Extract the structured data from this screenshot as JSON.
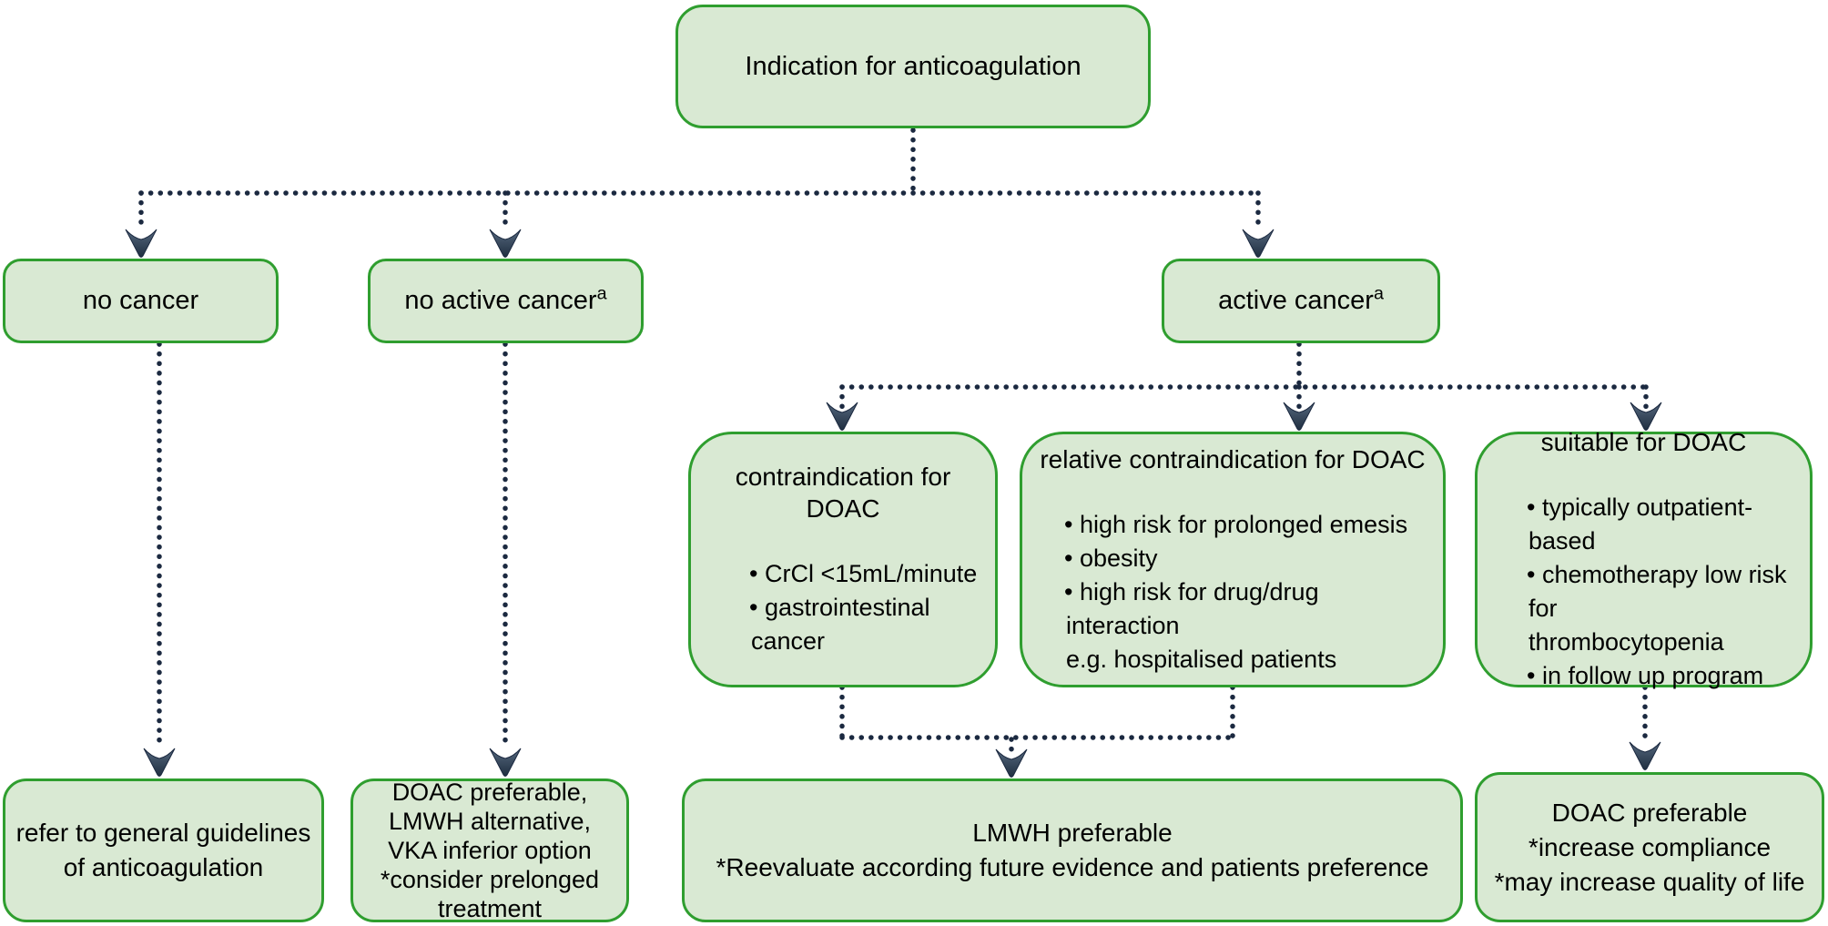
{
  "figure": {
    "type": "flowchart",
    "background": "#ffffff",
    "colors": {
      "node_fill": "#d9e9d3",
      "node_border": "#2f9e2f",
      "connector_dots": "#1b2940",
      "arrowhead": "#2e4055",
      "text": "#000000"
    },
    "nodes": {
      "root": {
        "label": "Indication for anticoagulation"
      },
      "no_cancer": {
        "label": "no cancer"
      },
      "no_active_cancer": {
        "label": "no active cancer",
        "sup": "a"
      },
      "active_cancer": {
        "label": "active cancer",
        "sup": "a"
      },
      "contraindication_doac": {
        "title": "contraindication for DOAC",
        "bullets": [
          "• CrCl <15mL/minute",
          "• gastrointestinal cancer"
        ]
      },
      "relative_contraindication_doac": {
        "title": "relative contraindication for DOAC",
        "bullets": [
          "• high risk for prolonged emesis",
          "• obesity",
          "• high risk for drug/drug interaction\ne.g. hospitalised patients"
        ]
      },
      "suitable_doac": {
        "title": "suitable for DOAC",
        "bullets": [
          "• typically outpatient-based",
          "• chemotherapy low risk for\nthrombocytopenia",
          "• in follow up program"
        ]
      },
      "refer_guidelines": {
        "text": "refer to general guidelines\nof anticoagulation"
      },
      "doac_preferable_alt": {
        "text": "DOAC preferable,\nLMWH alternative,\nVKA inferior option\n*consider prelonged\ntreatment"
      },
      "lmwh_preferable": {
        "text": "LMWH preferable\n*Reevaluate according future evidence and patients preference"
      },
      "doac_preferable": {
        "text": "DOAC preferable\n*increase compliance\n*may increase quality of life"
      }
    }
  }
}
